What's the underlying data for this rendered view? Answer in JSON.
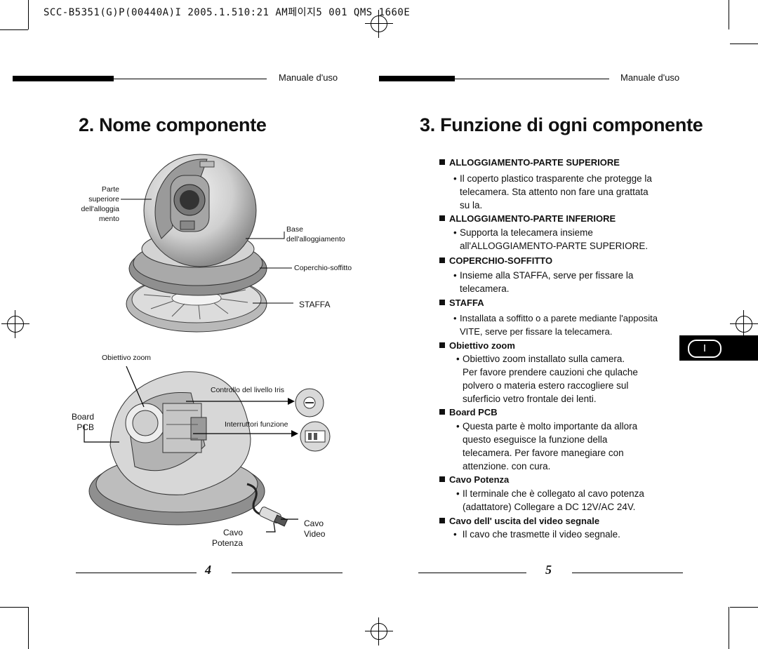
{
  "slug": "SCC-B5351(G)P(00440A)I 2005.1.510:21 AM페이지5 001 QMS 1660E",
  "left_page": {
    "header": "Manuale d'uso",
    "title": "2. Nome componente",
    "callouts": {
      "parte_superiore": "Parte\nsuperiore\ndell'alloggia\nmento",
      "base": "Base\ndell'alloggiamento",
      "coperchio": "Coperchio-soffitto",
      "staffa": "STAFFA",
      "obiettivo": "Obiettivo zoom",
      "controllo": "Controllo del livello Iris",
      "board": "Board\nPCB",
      "interruttori": "Interruttori funzione",
      "cavo_potenza": "Cavo\nPotenza",
      "cavo_video": "Cavo\nVideo"
    },
    "page_number": "4"
  },
  "right_page": {
    "header": "Manuale d'uso",
    "title": "3. Funzione di ogni componente",
    "tab_label": "I",
    "sections": [
      {
        "heading": "ALLOGGIAMENTO-PARTE SUPERIORE",
        "lines": [
          "Il coperto plastico trasparente che protegge la",
          "telecamera. Sta attento non fare una grattata",
          "su la."
        ]
      },
      {
        "heading": "ALLOGGIAMENTO-PARTE INFERIORE",
        "lines": [
          "Supporta la telecamera insieme",
          "all'ALLOGGIAMENTO-PARTE SUPERIORE."
        ]
      },
      {
        "heading": "COPERCHIO-SOFFITTO",
        "lines": [
          "Insieme alla STAFFA, serve per fissare la",
          "telecamera."
        ]
      },
      {
        "heading": "STAFFA",
        "lines": [
          "Installata a soffitto o a parete mediante l'apposita",
          "VITE, serve per fissare la telecamera."
        ]
      },
      {
        "heading": "Obiettivo zoom",
        "lines": [
          "Obiettivo zoom installato sulla camera.",
          "Per favore prendere cauzioni che qulache",
          "polvero o materia estero raccogliere sul",
          "suferficio vetro frontale dei lenti."
        ]
      },
      {
        "heading": "Board PCB",
        "lines": [
          "Questa parte è molto importante da allora",
          "questo eseguisce la funzione della",
          "telecamera. Per favore manegiare con",
          "attenzione. con cura."
        ]
      },
      {
        "heading": "Cavo Potenza",
        "lines": [
          "Il terminale che è collegato al cavo potenza",
          "(adattatore) Collegare a DC 12V/AC 24V."
        ]
      },
      {
        "heading": "Cavo dell' uscita del video segnale",
        "lines": [
          "Il cavo che trasmette il video segnale."
        ]
      }
    ],
    "page_number": "5"
  }
}
